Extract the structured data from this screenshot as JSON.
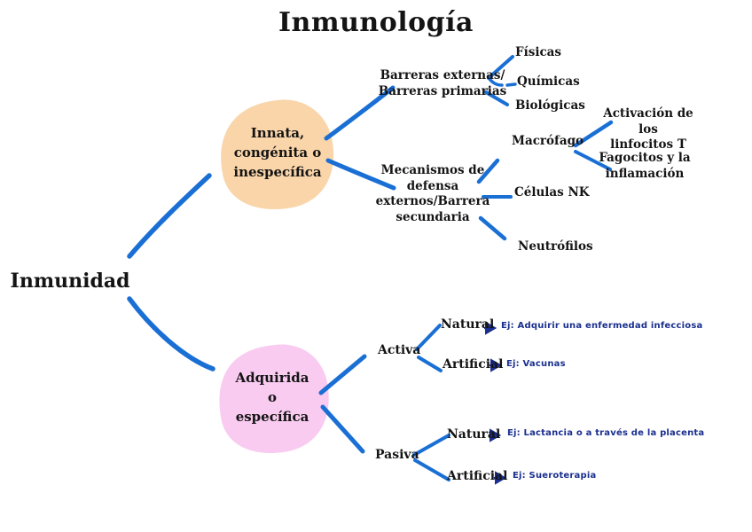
{
  "title": "Inmunología",
  "root": {
    "label": "Inmunidad"
  },
  "colors": {
    "connector_blue": "#1A6FD5",
    "example_navy": "#1A2F8F",
    "innate_blob": "#F9D5A9",
    "acquired_blob": "#F9CBF0",
    "text_black": "#141414",
    "background": "#ffffff"
  },
  "innate": {
    "label": "Innata,\ncongénita o\ninespecífica",
    "barriers": {
      "label": "Barreras externas/\nBarreras primarias",
      "items": {
        "fisicas": "Físicas",
        "quimicas": "Químicas",
        "biologicas": "Biológicas"
      }
    },
    "mechanisms": {
      "label": "Mecanismos de\ndefensa\nexternos/Barrera\nsecundaria",
      "macrophage": {
        "label": "Macrófago",
        "children": {
          "activation": "Activación de los\nlinfocitos T",
          "phagocytes": "Fagocitos y la\ninflamación"
        }
      },
      "nk": "Células NK",
      "neutrophils": "Neutrófilos"
    }
  },
  "acquired": {
    "label": "Adquirida\no\nespecífica",
    "active": {
      "label": "Activa",
      "natural": {
        "label": "Natural",
        "example": "Ej: Adquirir una enfermedad infecciosa"
      },
      "artificial": {
        "label": "Artificial",
        "example": "Ej: Vacunas"
      }
    },
    "passive": {
      "label": "Pasiva",
      "natural": {
        "label": "Natural",
        "example": "Ej: Lactancia o a través de la placenta"
      },
      "artificial": {
        "label": "Artificial",
        "example": "Ej: Sueroterapia"
      }
    }
  }
}
